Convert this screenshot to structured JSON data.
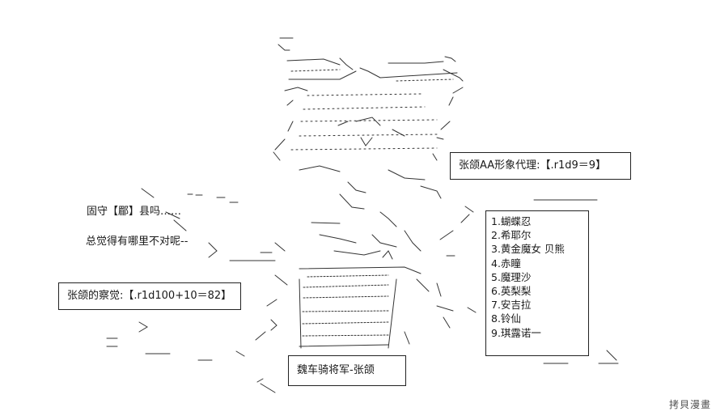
{
  "speech": {
    "line1": "固守【郿】县吗……",
    "line2": "总觉得有哪里不对呢--"
  },
  "perception_box": {
    "text": "张颌的察觉:【.r1d100+10＝82】"
  },
  "proxy_box": {
    "text": "张颌AA形象代理:【.r1d9＝9】"
  },
  "name_box": {
    "text": "魏车骑将军-张颌"
  },
  "candidates": [
    "1.蝴蝶忍",
    "2.希耶尔",
    "3.黄金魔女 贝熊",
    "4.赤瞳",
    "5.魔理沙",
    "6.英梨梨",
    "7.安吉拉",
    "8.铃仙",
    "9.琪露诺一"
  ],
  "credit": "拷貝漫畫"
}
